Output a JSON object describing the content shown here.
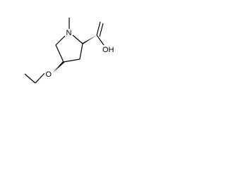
{
  "molecule": {
    "atoms": {
      "nitrogen": "N",
      "hydroxyl": "OH",
      "ether_oxygen": "O"
    },
    "colors": {
      "bond": "#000000",
      "background": "#ffffff"
    }
  }
}
